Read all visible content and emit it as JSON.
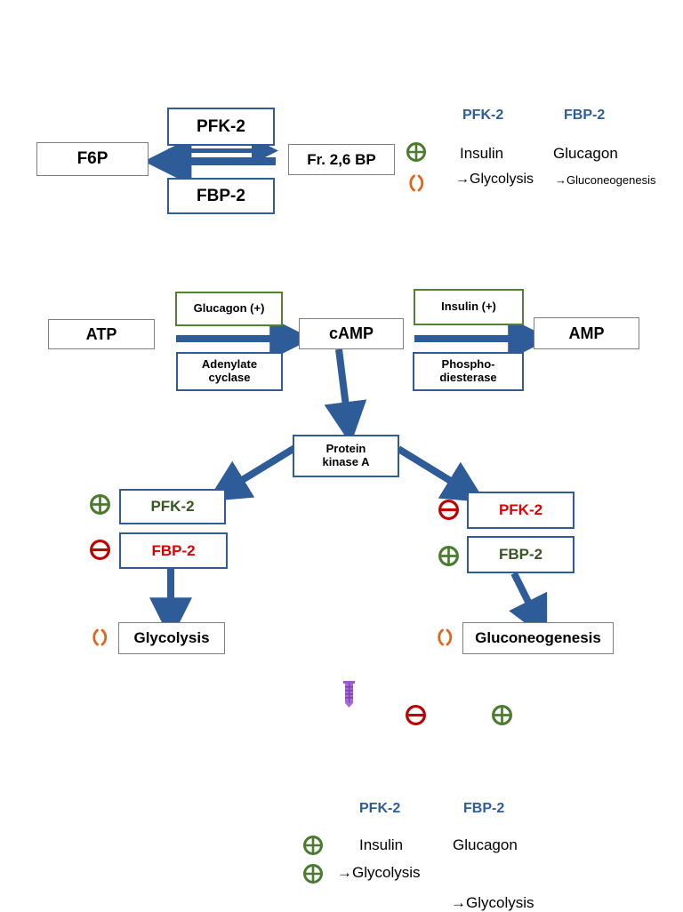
{
  "colors": {
    "arrow_blue": "#2E5C99",
    "box_blue": "#2E5C99",
    "box_gray": "#7F7F7F",
    "box_green": "#548235",
    "text_red": "#E00000",
    "text_dark_green": "#375623",
    "header_blue": "#2E5C99",
    "plus_green": "#4A7C2E",
    "minus_red": "#C00000",
    "cycle_orange": "#E2661A",
    "purple_glyph": "#9B59D0"
  },
  "top_pathway": {
    "substrate_label": "F6P",
    "product_label": "Fr. 2,6 BP",
    "forward_enzyme_label": "PFK-2",
    "reverse_enzyme_label": "FBP-2",
    "forward_arrow_name": "f6p-to-fr26bp-arrow",
    "reverse_arrow_name": "fr26bp-to-f6p-arrow"
  },
  "top_legend": {
    "column_headers": [
      "PFK-2",
      "FBP-2"
    ],
    "rows": [
      {
        "symbol": "plus",
        "pfk2": "Insulin",
        "fbp2": "Glucagon"
      },
      {
        "symbol": "cycle",
        "pfk2": "→Glycolysis",
        "fbp2": "→Gluconeogenesis"
      }
    ]
  },
  "camp_pathway": {
    "atp_label": "ATP",
    "camp_label": "cAMP",
    "amp_label": "AMP",
    "activator_left_label": "Glucagon (+)",
    "activator_right_label": "Insulin (+)",
    "enzyme_left_label": "Adenylate\ncyclase",
    "enzyme_left_line1": "Adenylate",
    "enzyme_left_line2": "cyclase",
    "enzyme_right_line1": "Phospho-",
    "enzyme_right_line2": "diesterase",
    "kinase_line1": "Protein",
    "kinase_line2": "kinase A"
  },
  "left_branch": {
    "pfk2_label": "PFK-2",
    "pfk2_symbol": "plus",
    "fbp2_label": "FBP-2",
    "fbp2_symbol": "minus",
    "outcome_label": "Glycolysis",
    "outcome_symbol": "cycle"
  },
  "right_branch": {
    "pfk2_label": "PFK-2",
    "pfk2_symbol": "minus",
    "fbp2_label": "FBP-2",
    "fbp2_symbol": "plus",
    "outcome_label": "Gluconeogenesis",
    "outcome_symbol": "cycle"
  },
  "stray_symbols": [
    {
      "name": "purple-glyph",
      "kind": "purple"
    },
    {
      "name": "minus-symbol",
      "kind": "minus"
    },
    {
      "name": "plus-symbol",
      "kind": "plus"
    }
  ],
  "bottom_legend": {
    "column_headers": [
      "PFK-2",
      "FBP-2"
    ],
    "rows": [
      {
        "symbol": "plus",
        "pfk2": "Insulin",
        "fbp2": "Glucagon"
      },
      {
        "symbol": "plus",
        "pfk2": "→Glycolysis",
        "fbp2": ""
      }
    ],
    "clipped_row_text": "→Glycolysis"
  }
}
